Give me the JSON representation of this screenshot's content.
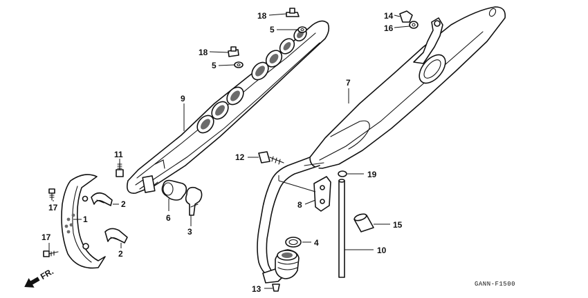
{
  "diagram_code": "GANN-F1500",
  "front_indicator": "FR.",
  "callouts": {
    "c1": "1",
    "c2a": "2",
    "c2b": "2",
    "c3": "3",
    "c4": "4",
    "c5a": "5",
    "c5b": "5",
    "c6": "6",
    "c7": "7",
    "c8": "8",
    "c9": "9",
    "c10": "10",
    "c11": "11",
    "c12": "12",
    "c13": "13",
    "c14": "14",
    "c15": "15",
    "c16": "16",
    "c17a": "17",
    "c17b": "17",
    "c18a": "18",
    "c18b": "18",
    "c19": "19"
  }
}
